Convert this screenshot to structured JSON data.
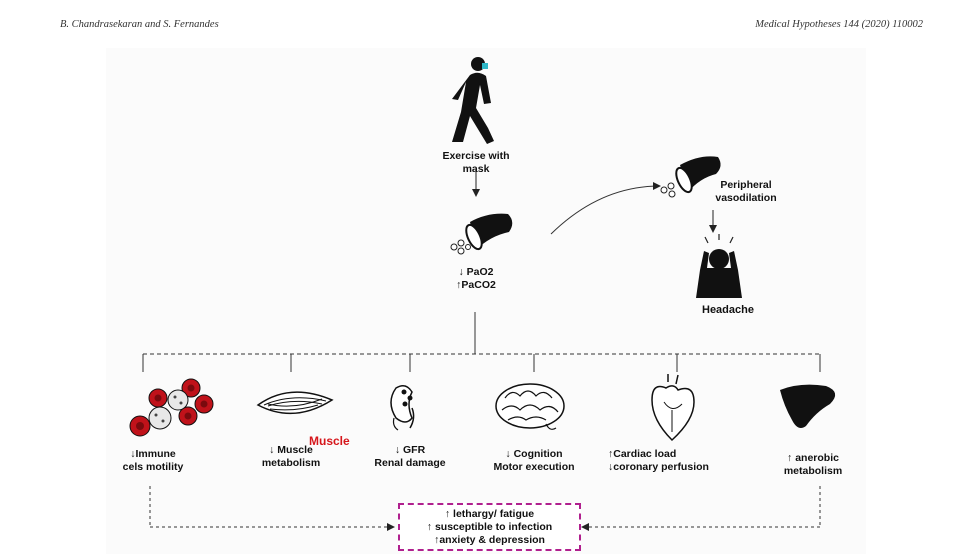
{
  "header": {
    "authors": "B. Chandrasekaran and S. Fernandes",
    "journal": "Medical Hypotheses 144 (2020) 110002"
  },
  "figure": {
    "exercise_label": [
      "Exercise with",
      "mask"
    ],
    "pao2": "PaO2",
    "paco2": "PaCO2",
    "peripheral_label": [
      "Peripheral",
      "vasodilation"
    ],
    "headache_label": "Headache",
    "effects": [
      {
        "lines": [
          "Immune",
          "cels motility"
        ],
        "first_arrow": "down",
        "icon": "blood-cells-icon"
      },
      {
        "lines": [
          "Muscle",
          "metabolism"
        ],
        "first_arrow": "down",
        "icon": "muscle-icon"
      },
      {
        "lines": [
          "GFR",
          "Renal damage"
        ],
        "first_arrow": "down",
        "icon": "kidney-icon"
      },
      {
        "lines": [
          "Cognition",
          "Motor execution"
        ],
        "first_arrow": "down",
        "icon": "brain-icon"
      },
      {
        "lines": [
          "Cardiac load",
          "coronary perfusion"
        ],
        "first_arrow": "up",
        "second_arrow": "down",
        "icon": "heart-icon"
      },
      {
        "lines": [
          "anerobic",
          "metabolism"
        ],
        "first_arrow": "up",
        "icon": "liver-icon"
      }
    ],
    "stamp_text": "Muscle",
    "outcomes": [
      "lethargy/ fatigue",
      "susceptible to infection",
      "anxiety & depression"
    ],
    "colors": {
      "box_border": "#b0208e",
      "stamp": "#d6161b",
      "blood": "#c0121a",
      "mask": "#2fb8c8"
    }
  }
}
